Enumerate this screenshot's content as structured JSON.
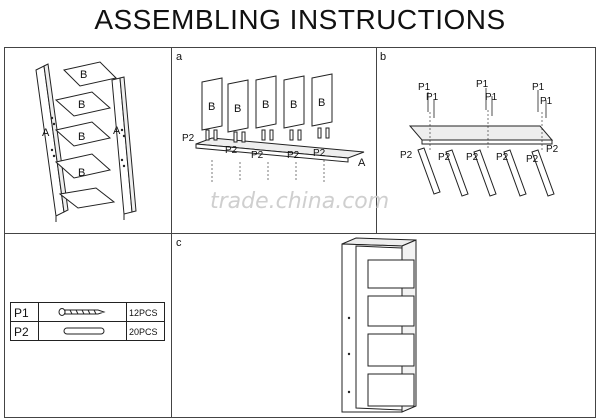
{
  "title": "ASSEMBLING INSTRUCTIONS",
  "panels": {
    "overview": {
      "labels": {
        "board_a": "A",
        "board_b": "B"
      }
    },
    "step_a": {
      "letter": "a",
      "board_b": "B",
      "board_a": "A",
      "dowel": "P2"
    },
    "step_b": {
      "letter": "b",
      "screw": "P1",
      "dowel": "P2"
    },
    "step_c": {
      "letter": "c"
    }
  },
  "parts": [
    {
      "code": "P1",
      "icon": "screw-icon",
      "qty": "12PCS"
    },
    {
      "code": "P2",
      "icon": "dowel-icon",
      "qty": "20PCS"
    }
  ],
  "watermark": "trade.china.com",
  "colors": {
    "line": "#222222",
    "grid": "#444444",
    "watermark": "#cfcfcf"
  }
}
